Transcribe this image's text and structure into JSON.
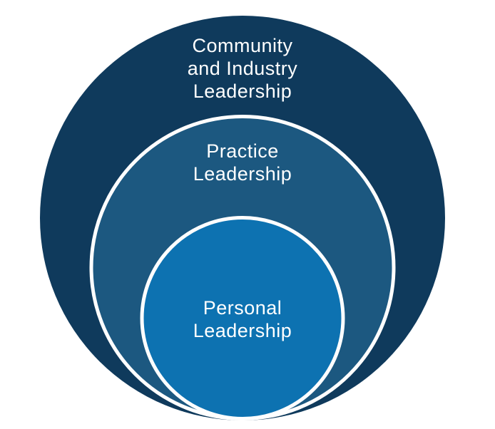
{
  "diagram": {
    "type": "nested-circles",
    "background_color": "#FFFFFF",
    "separator_color": "#FFFFFF",
    "text_color": "#FFFFFF",
    "rings": [
      {
        "name": "Community and Industry Leadership",
        "color": "#0F3A5C",
        "lines": [
          "Community",
          "and Industry",
          "Leadership"
        ]
      },
      {
        "name": "Practice Leadership",
        "color": "#1C5880",
        "lines": [
          "Practice",
          "Leadership"
        ]
      },
      {
        "name": "Personal Leadership",
        "color": "#0D72B1",
        "lines": [
          "Personal",
          "Leadership"
        ]
      }
    ]
  }
}
